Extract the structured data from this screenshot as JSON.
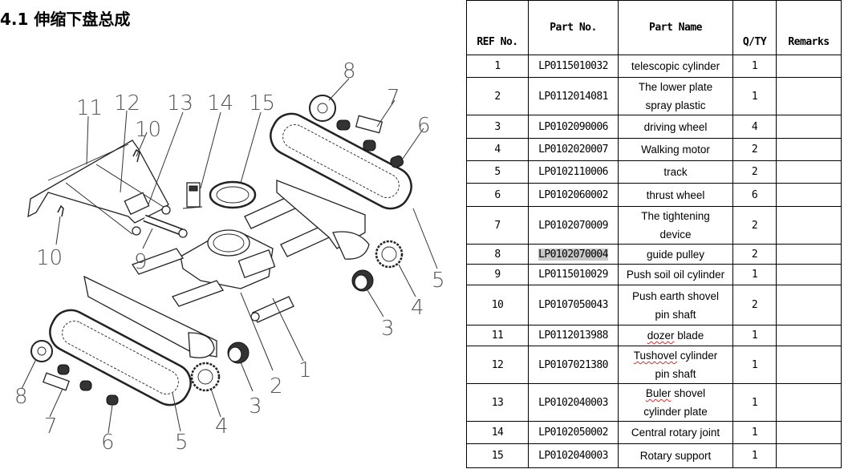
{
  "title": "4.1 伸缩下盘总成",
  "table": {
    "headers": {
      "ref": "REF No.",
      "part_no": "Part No.",
      "part_name": "Part Name",
      "qty": "Q/TY",
      "remarks": "Remarks"
    },
    "rows": [
      {
        "ref": "1",
        "part_no": "LP0115010032",
        "name_l1": "telescopic cylinder",
        "name_l2": "",
        "qty": "1",
        "remarks": ""
      },
      {
        "ref": "2",
        "part_no": "LP0112014081",
        "name_l1": "The lower plate",
        "name_l2": "spray plastic",
        "qty": "1",
        "remarks": ""
      },
      {
        "ref": "3",
        "part_no": "LP0102090006",
        "name_l1": "driving wheel",
        "name_l2": "",
        "qty": "4",
        "remarks": ""
      },
      {
        "ref": "4",
        "part_no": "LP0102020007",
        "name_l1": "Walking motor",
        "name_l2": "",
        "qty": "2",
        "remarks": ""
      },
      {
        "ref": "5",
        "part_no": "LP0102110006",
        "name_l1": "track",
        "name_l2": "",
        "qty": "2",
        "remarks": ""
      },
      {
        "ref": "6",
        "part_no": "LP0102060002",
        "name_l1": "thrust wheel",
        "name_l2": "",
        "qty": "6",
        "remarks": ""
      },
      {
        "ref": "7",
        "part_no": "LP0102070009",
        "name_l1": "The tightening",
        "name_l2": "device",
        "qty": "2",
        "remarks": ""
      },
      {
        "ref": "8",
        "part_no": "LP0102070004",
        "name_l1": "guide pulley",
        "name_l2": "",
        "qty": "2",
        "remarks": "",
        "highlighted": true
      },
      {
        "ref": "9",
        "part_no": "LP0115010029",
        "name_l1": "Push soil oil cylinder",
        "name_l2": "",
        "qty": "1",
        "remarks": ""
      },
      {
        "ref": "10",
        "part_no": "LP0107050043",
        "name_l1": "Push earth shovel",
        "name_l2": "pin shaft",
        "qty": "2",
        "remarks": ""
      },
      {
        "ref": "11",
        "part_no": "LP0112013988",
        "name_l1": "dozer blade",
        "name_l2": "",
        "qty": "1",
        "remarks": ""
      },
      {
        "ref": "12",
        "part_no": "LP0107021380",
        "name_l1": "Tushovel cylinder",
        "name_l2": "pin shaft",
        "qty": "1",
        "remarks": ""
      },
      {
        "ref": "13",
        "part_no": "LP0102040003",
        "name_l1": "Buler shovel",
        "name_l2": "cylinder plate",
        "qty": "1",
        "remarks": ""
      },
      {
        "ref": "14",
        "part_no": "LP0102050002",
        "name_l1": "Central rotary joint",
        "name_l2": "",
        "qty": "1",
        "remarks": ""
      },
      {
        "ref": "15",
        "part_no": "LP0102040003",
        "name_l1": "Rotary support",
        "name_l2": "",
        "qty": "1",
        "remarks": ""
      }
    ]
  },
  "diagram": {
    "callouts": [
      "1",
      "2",
      "3",
      "4",
      "5",
      "6",
      "7",
      "8",
      "9",
      "10",
      "11",
      "12",
      "13",
      "14",
      "15"
    ],
    "labels": {
      "c1": "1",
      "c2": "2",
      "c3a": "3",
      "c3b": "3",
      "c4a": "4",
      "c4b": "4",
      "c5a": "5",
      "c5b": "5",
      "c6a": "6",
      "c6b": "6",
      "c7a": "7",
      "c7b": "7",
      "c8a": "8",
      "c8b": "8",
      "c9": "9",
      "c10a": "10",
      "c10b": "10",
      "c11": "11",
      "c12": "12",
      "c13": "13",
      "c14": "14",
      "c15": "15"
    }
  }
}
